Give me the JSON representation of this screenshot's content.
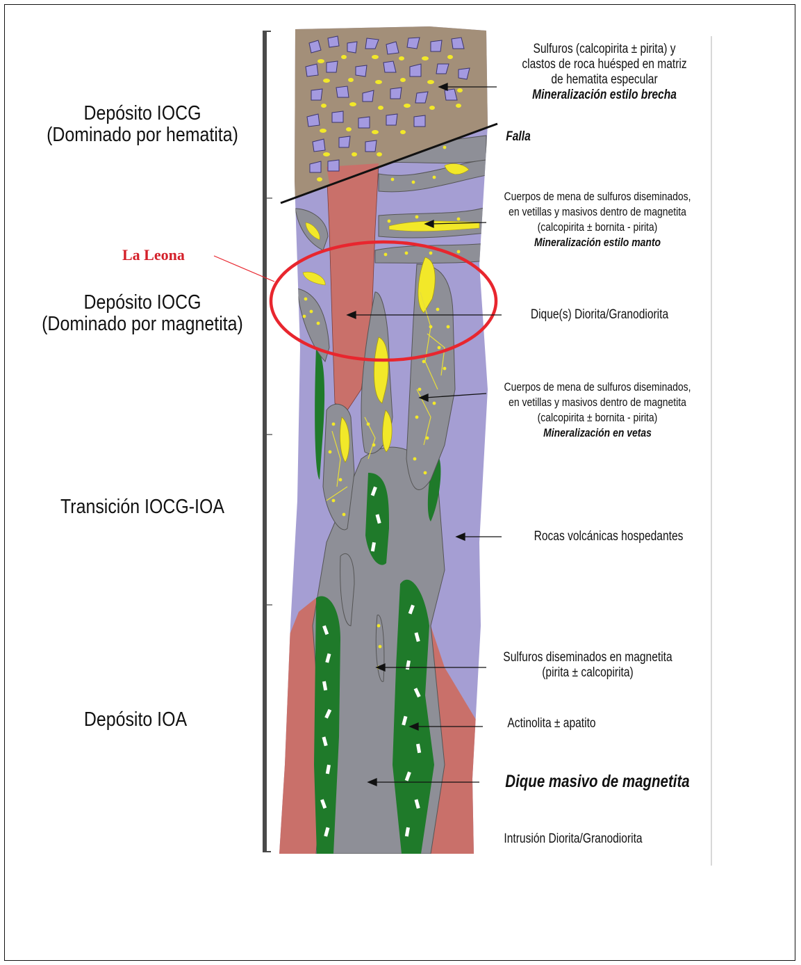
{
  "zones": {
    "hematite": {
      "line1": "Depósito IOCG",
      "line2": "(Dominado por hematita)"
    },
    "magnetite": {
      "line1": "Depósito IOCG",
      "line2": "(Dominado por magnetita)"
    },
    "transition": {
      "line1": "Transición IOCG-IOA"
    },
    "ioa": {
      "line1": "Depósito IOA"
    }
  },
  "highlight": {
    "label": "La Leona",
    "color": "#d4202a"
  },
  "labels": {
    "brecha": {
      "line1": "Sulfuros (calcopirita ± pirita) y",
      "line2": "clastos de roca huésped en matriz",
      "line3": "de hematita especular",
      "line4": "Mineralización estilo brecha"
    },
    "falla": "Falla",
    "manto": {
      "line1": "Cuerpos de mena de sulfuros diseminados,",
      "line2": "en vetillas y masivos dentro de magnetita",
      "line3": "(calcopirita ± bornita - pirita)",
      "line4": "Mineralización estilo manto"
    },
    "dique": "Dique(s) Diorita/Granodiorita",
    "vetas": {
      "line1": "Cuerpos de mena de sulfuros diseminados,",
      "line2": "en vetillas y masivos dentro de magnetita",
      "line3": "(calcopirita ± bornita - pirita)",
      "line4": "Mineralización en vetas"
    },
    "rocas": "Rocas volcánicas hospedantes",
    "sulfuros_magnetita": {
      "line1": "Sulfuros diseminados en magnetita",
      "line2": "(pirita ± calcopirita)"
    },
    "actinolita": "Actinolita ± apatito",
    "dique_masivo": "Dique masivo de magnetita",
    "intrusion": "Intrusión Diorita/Granodiorita"
  },
  "colors": {
    "hematite_matrix": "#a38f79",
    "volcanic_host": "#a59ed3",
    "diorite": "#c9706a",
    "magnetite": "#8e8f97",
    "actinolite": "#1f7a2a",
    "sulfide": "#f2e829",
    "clast": "#a49ae0"
  }
}
